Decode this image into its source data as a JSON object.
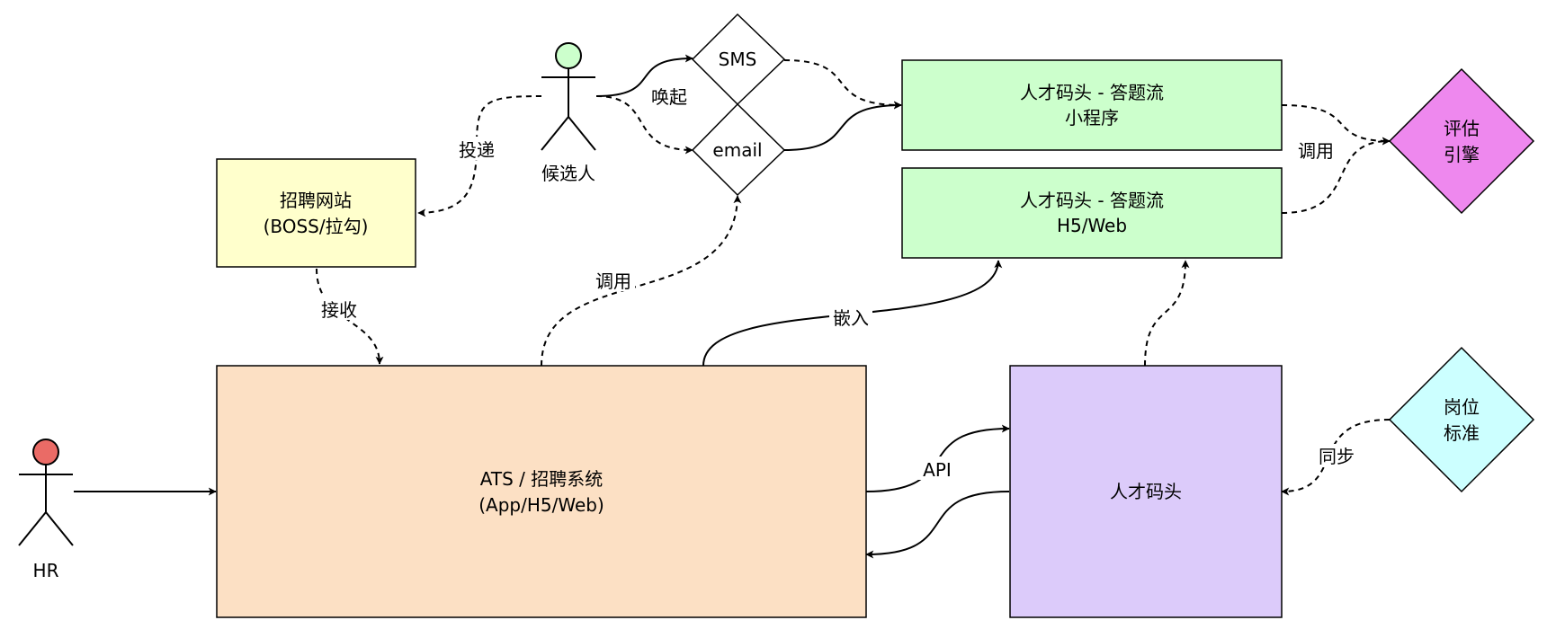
{
  "nodes": {
    "candidate": {
      "label": "候选人",
      "head_color": "#ccffcc"
    },
    "hr": {
      "label": "HR",
      "head_color": "#ea6b66"
    },
    "recruit_site": {
      "line1": "招聘网站",
      "line2": "(BOSS/拉勾)",
      "fill": "#ffffcc"
    },
    "sms": {
      "label": "SMS"
    },
    "email": {
      "label": "email"
    },
    "miniapp": {
      "line1": "人才码头 - 答题流",
      "line2": "小程序",
      "fill": "#ccffcc"
    },
    "h5web": {
      "line1": "人才码头 - 答题流",
      "line2": "H5/Web",
      "fill": "#ccffcc"
    },
    "eval_engine": {
      "line1": "评估",
      "line2": "引擎",
      "fill": "#ee88ee"
    },
    "ats": {
      "line1": "ATS / 招聘系统",
      "line2": "(App/H5/Web)",
      "fill": "#fce0c4"
    },
    "talent_dock": {
      "label": "人才码头",
      "fill": "#dccbfa"
    },
    "job_standard": {
      "line1": "岗位",
      "line2": "标准",
      "fill": "#ccffff"
    }
  },
  "edges": {
    "deliver": "投递",
    "receive": "接收",
    "wake": "唤起",
    "invoke_left": "调用",
    "invoke_right": "调用",
    "embed": "嵌入",
    "api": "API",
    "sync": "同步"
  }
}
